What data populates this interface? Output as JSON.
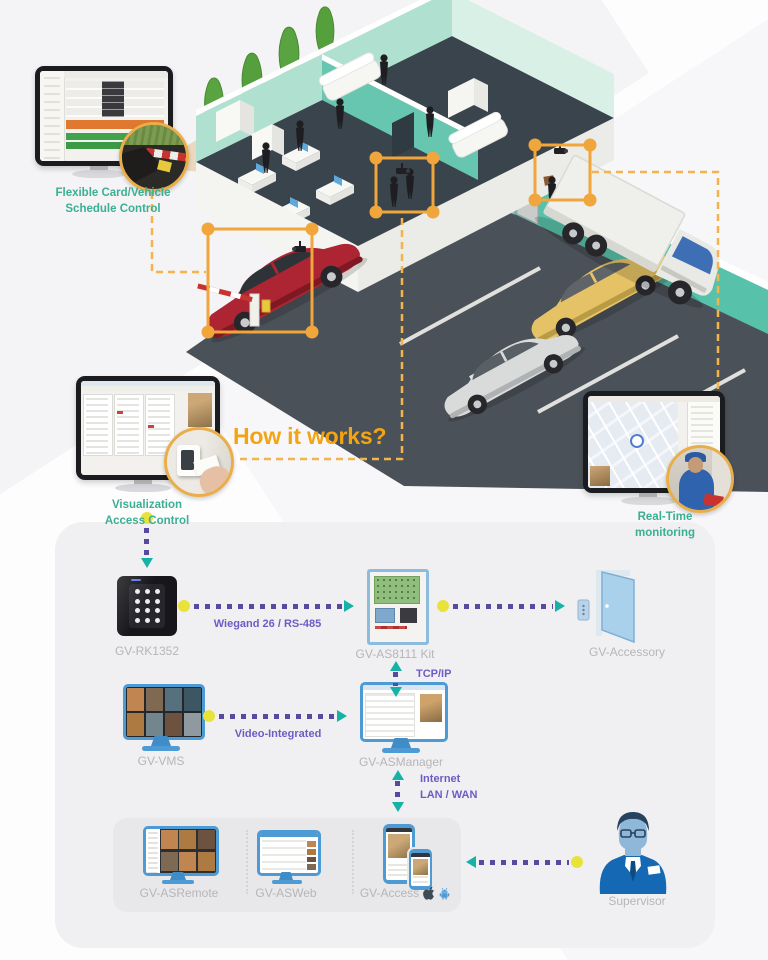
{
  "hero": {
    "headline": "How it works?",
    "flexible_label": "Flexible Card/Vehicle\nSchedule Control",
    "visualization_label": "Visualization\nAccess Control",
    "realtime_label": "Real-Time\nmonitoring"
  },
  "flow": {
    "rk1352": "GV-RK1352",
    "as8111": "GV-AS8111 Kit",
    "accessory": "GV-Accessory",
    "vms": "GV-VMS",
    "asmanager": "GV-ASManager",
    "asremote": "GV-ASRemote",
    "asweb": "GV-ASWeb",
    "access": "GV-Access",
    "supervisor": "Supervisor",
    "wiegand": "Wiegand 26 / RS-485",
    "tcpip": "TCP/IP",
    "video": "Video-Integrated",
    "internet": "Internet\nLAN / WAN"
  },
  "icons": {
    "apple": "apple-icon",
    "android": "android-icon"
  },
  "colors": {
    "accent_orange": "#F1A63C",
    "headline_orange": "#F3A414",
    "label_teal": "#3BAF93",
    "label_purple": "#6D5CC3",
    "arrow_dash_purple": "#584A9E",
    "arrow_head_teal": "#17B2A6",
    "arrow_dot_yellow": "#E9E23B",
    "device_label_gray": "#B6B6B9",
    "monitor_blue": "#4E9AD4",
    "wall_teal": "#58C1A9",
    "panel_gray": "#F0F0F2"
  }
}
